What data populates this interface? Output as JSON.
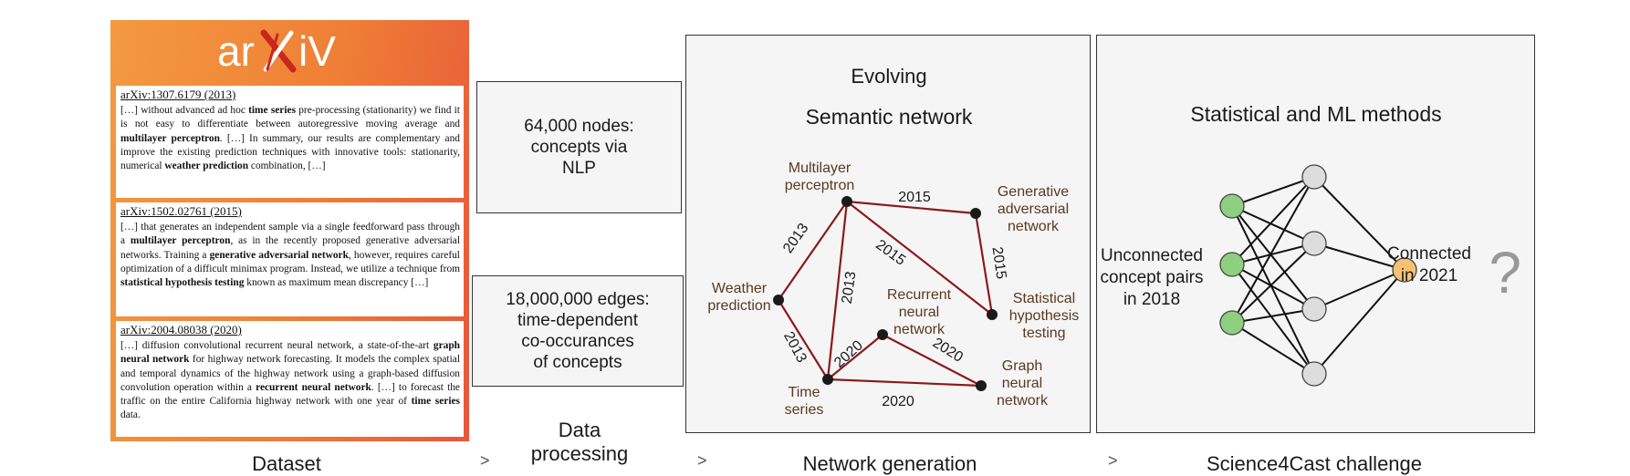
{
  "arxiv": {
    "logo_left": "ar",
    "logo_right": "iV",
    "papers": [
      {
        "id": "arXiv:1307.6179 (2013)",
        "segments": [
          {
            "t": "[…] without advanced ad hoc "
          },
          {
            "t": "time series",
            "b": true
          },
          {
            "t": " pre-processing (stationarity) we find it is not easy to differentiate between autoregressive moving average and "
          },
          {
            "t": "multilayer perceptron",
            "b": true
          },
          {
            "t": ". […] In summary, our results are complementary and improve the existing prediction techniques with innovative tools: stationarity, numerical "
          },
          {
            "t": "weather prediction",
            "b": true
          },
          {
            "t": " combination, […]"
          }
        ]
      },
      {
        "id": "arXiv:1502.02761 (2015)",
        "segments": [
          {
            "t": "[…] that generates an independent sample via a single feedforward pass through a "
          },
          {
            "t": "multilayer perceptron",
            "b": true
          },
          {
            "t": ", as in the recently proposed generative adversarial networks. Training a "
          },
          {
            "t": "generative adversarial network",
            "b": true
          },
          {
            "t": ", however, requires careful optimization of a difficult minimax program. Instead, we utilize a technique from "
          },
          {
            "t": "statistical hypothesis testing",
            "b": true
          },
          {
            "t": " known as maximum mean discrepancy […]"
          }
        ]
      },
      {
        "id": "arXiv:2004.08038 (2020)",
        "segments": [
          {
            "t": "[…] diffusion convolutional recurrent neural network, a state-of-the-art "
          },
          {
            "t": "graph neural network",
            "b": true
          },
          {
            "t": " for highway network forecasting. It models the complex spatial and temporal dynamics of the highway network using a graph-based diffusion convolution operation within a "
          },
          {
            "t": "recurrent neural network",
            "b": true
          },
          {
            "t": ". […] to forecast the traffic on the entire California highway network with one year of "
          },
          {
            "t": "time series",
            "b": true
          },
          {
            "t": " data."
          }
        ]
      }
    ]
  },
  "processing": {
    "nodes_box": "64,000 nodes:\nconcepts via\nNLP",
    "edges_box": "18,000,000 edges:\ntime-dependent\nco-occurances\nof concepts"
  },
  "network": {
    "title_line1": "Evolving",
    "title_line2": "Semantic network",
    "nodes": [
      {
        "key": "mlp",
        "label": [
          "Multilayer",
          "perceptron"
        ]
      },
      {
        "key": "gan",
        "label": [
          "Generative",
          "adversarial",
          "network"
        ]
      },
      {
        "key": "weather",
        "label": [
          "Weather",
          "prediction"
        ]
      },
      {
        "key": "rnn",
        "label": [
          "Recurrent",
          "neural",
          "network"
        ]
      },
      {
        "key": "stat",
        "label": [
          "Statistical",
          "hypothesis",
          "testing"
        ]
      },
      {
        "key": "time",
        "label": [
          "Time",
          "series"
        ]
      },
      {
        "key": "gnn",
        "label": [
          "Graph",
          "neural",
          "network"
        ]
      }
    ],
    "edges": [
      {
        "from": "mlp",
        "to": "gan",
        "year": "2015"
      },
      {
        "from": "mlp",
        "to": "stat",
        "year": "2015"
      },
      {
        "from": "gan",
        "to": "stat",
        "year": "2015"
      },
      {
        "from": "mlp",
        "to": "weather",
        "year": "2013"
      },
      {
        "from": "mlp",
        "to": "time",
        "year": "2013"
      },
      {
        "from": "weather",
        "to": "time",
        "year": "2013"
      },
      {
        "from": "time",
        "to": "rnn",
        "year": "2020"
      },
      {
        "from": "rnn",
        "to": "gnn",
        "year": "2020"
      },
      {
        "from": "time",
        "to": "gnn",
        "year": "2020"
      }
    ],
    "colors": {
      "edge": "#8b1a1a",
      "node": "#1a1a1a",
      "label": "#5a3a1e"
    }
  },
  "challenge": {
    "title": "Statistical and ML methods",
    "left_label": [
      "Unconnected",
      "concept pairs",
      "in 2018"
    ],
    "right_label": [
      "Connected",
      "in 2021"
    ],
    "question_mark": "?",
    "colors": {
      "input": "#8fcf80",
      "hidden": "#dddddd",
      "output": "#f8c174"
    }
  },
  "stages": {
    "dataset": "Dataset",
    "data_processing": "Data\nprocessing",
    "network_generation": "Network generation",
    "challenge": "Science4Cast challenge",
    "arrow": ">"
  }
}
